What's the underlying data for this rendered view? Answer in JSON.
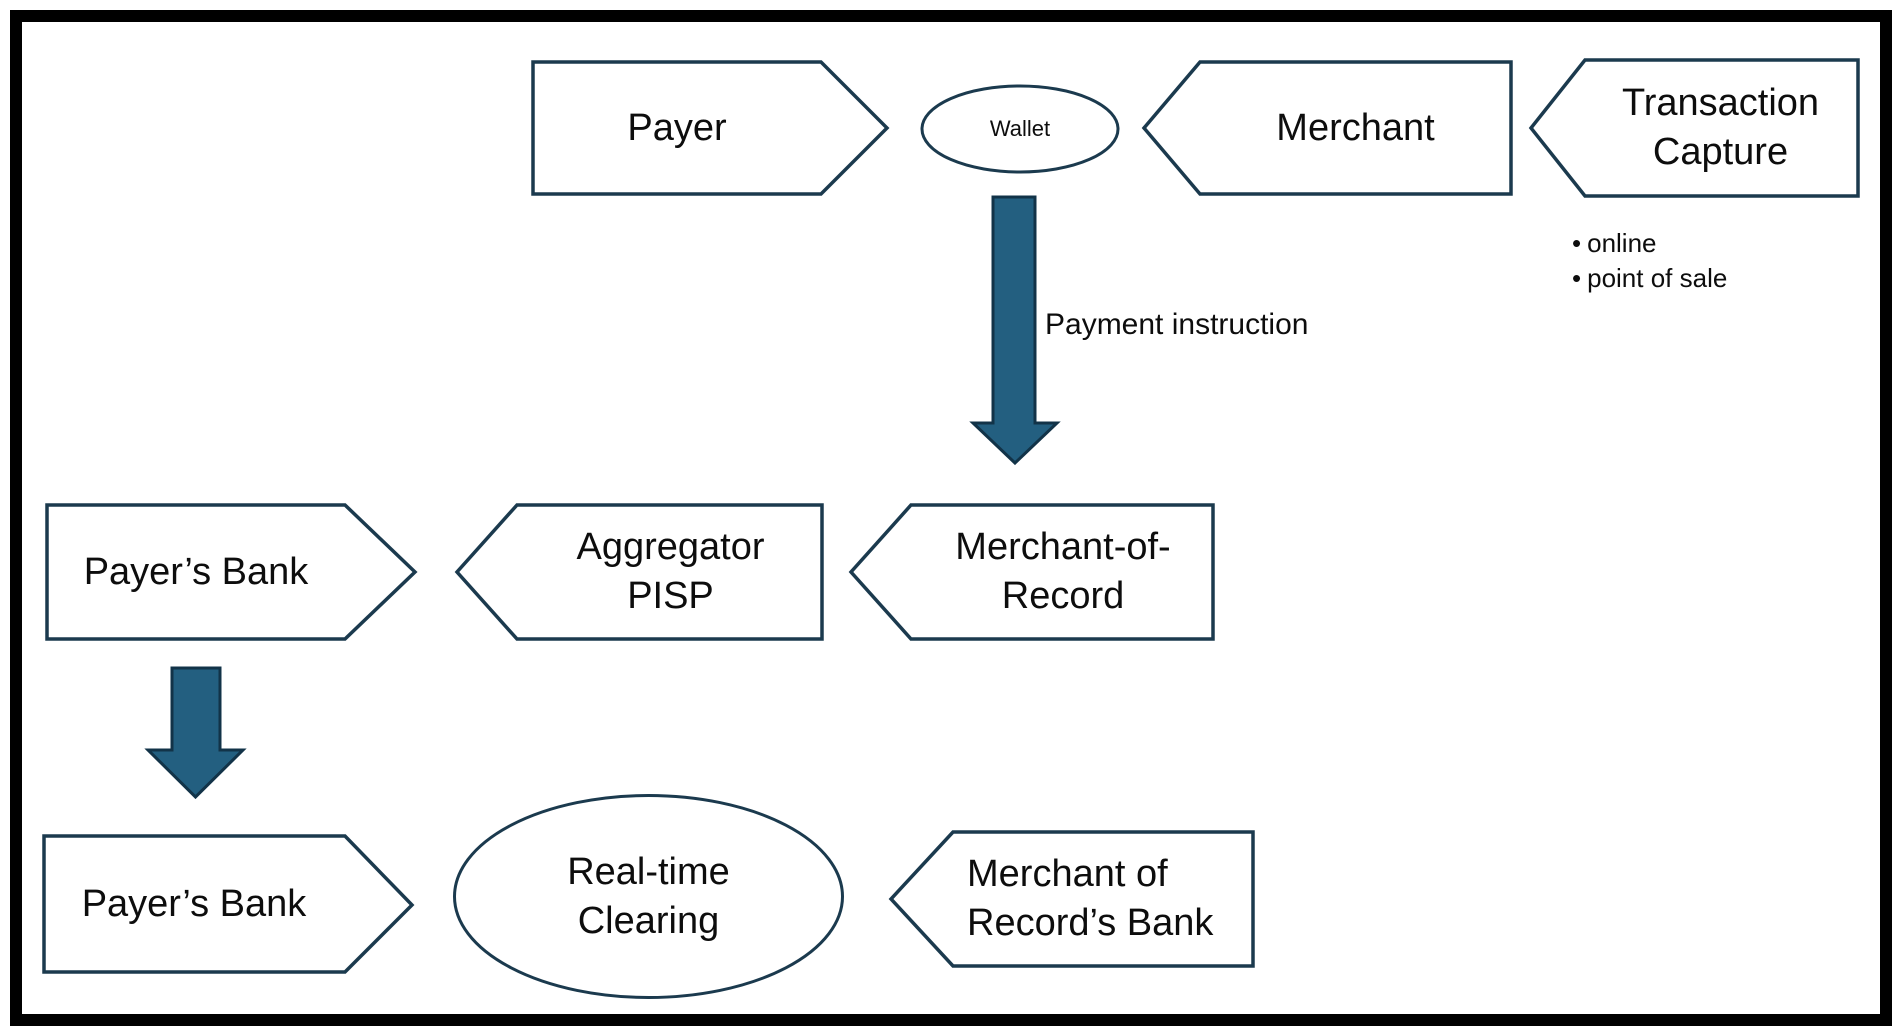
{
  "diagram": {
    "colors": {
      "background": "#ffffff",
      "frame": "#000000",
      "shape_border": "#1b3a4e",
      "arrow_fill": "#235f80",
      "arrow_border": "#123348",
      "text": "#0d0d0d"
    },
    "nodes": {
      "payer": {
        "label": "Payer"
      },
      "wallet": {
        "label": "Wallet"
      },
      "merchant": {
        "label": "Merchant"
      },
      "transaction_capture": {
        "label": "Transaction Capture"
      },
      "payers_bank_mid": {
        "label": "Payer’s Bank"
      },
      "aggregator_pisp": {
        "label": "Aggregator PISP"
      },
      "merchant_of_record": {
        "label": "Merchant-of-Record"
      },
      "payers_bank_bottom": {
        "label": "Payer’s Bank"
      },
      "real_time_clearing": {
        "label": "Real-time Clearing"
      },
      "merchant_of_record_bank": {
        "label": "Merchant of Record’s Bank"
      }
    },
    "annotations": {
      "bullet_char": "•",
      "capture_channels": [
        "online",
        "point of sale"
      ],
      "payment_instruction": "Payment instruction"
    }
  }
}
